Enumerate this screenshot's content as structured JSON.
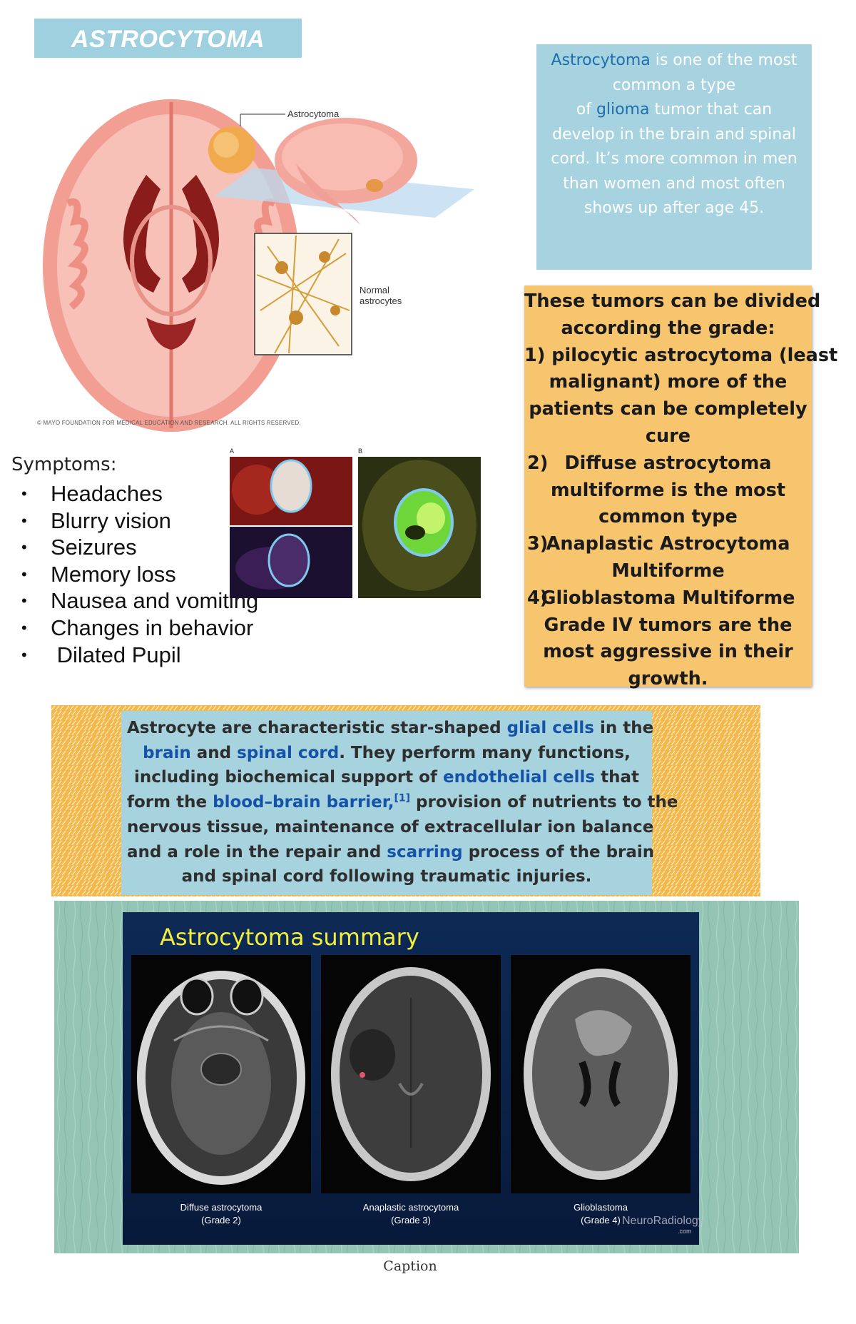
{
  "title": "ASTROCYTOMA",
  "intro": {
    "lines": [
      [
        {
          "t": "Astrocytoma",
          "link": true
        },
        {
          "t": " is one of the most"
        }
      ],
      [
        {
          "t": "common a type"
        }
      ],
      [
        {
          "t": "of "
        },
        {
          "t": "glioma",
          "link": true
        },
        {
          "t": " tumor that  can"
        }
      ],
      [
        {
          "t": "develop in the brain and spinal"
        }
      ],
      [
        {
          "t": "cord. It’s more common in men"
        }
      ],
      [
        {
          "t": "than women and most often"
        }
      ],
      [
        {
          "t": "shows up after age 45."
        }
      ]
    ]
  },
  "illustration": {
    "tumor_label": "Astrocytoma",
    "normal_label_1": "Normal",
    "normal_label_2": "astrocytes",
    "credit": "© MAYO FOUNDATION FOR MEDICAL EDUCATION AND RESEARCH. ALL RIGHTS RESERVED.",
    "photo_label_a": "A",
    "photo_label_b": "B"
  },
  "symptoms": {
    "heading": "Symptoms:",
    "bullet": "•",
    "items": [
      "Headaches",
      "Blurry vision",
      "Seizures",
      "Memory loss",
      "Nausea and vomiting",
      "Changes in behavior",
      " Dilated Pupil"
    ]
  },
  "grades": {
    "lines": [
      {
        "num": "",
        "text": "These tumors can be divided"
      },
      {
        "num": "",
        "text": "according the grade:"
      },
      {
        "num": "",
        "text": "1) pilocytic astrocytoma  (least"
      },
      {
        "num": "",
        "text": "malignant) more of the"
      },
      {
        "num": "",
        "text": "patients can be completely"
      },
      {
        "num": "",
        "text": "cure"
      },
      {
        "num": "2)",
        "text": "Diffuse astrocytoma"
      },
      {
        "num": "",
        "text": "multiforme is the most"
      },
      {
        "num": "",
        "text": "common type"
      },
      {
        "num": "3)",
        "text": "Anaplastic Astrocytoma"
      },
      {
        "num": "",
        "text": "Multiforme"
      },
      {
        "num": "4)",
        "text": "Glioblastoma Multiforme"
      },
      {
        "num": "",
        "text": "Grade IV tumors are the"
      },
      {
        "num": "",
        "text": "most aggressive in their"
      },
      {
        "num": "",
        "text": "growth."
      }
    ]
  },
  "astrocyte": {
    "lines": [
      [
        {
          "t": "Astrocyte are characteristic star-shaped "
        },
        {
          "t": "glial cells",
          "link": true
        },
        {
          "t": " in the"
        }
      ],
      [
        {
          "t": "brain",
          "link": true
        },
        {
          "t": " and "
        },
        {
          "t": "spinal cord",
          "link": true
        },
        {
          "t": ". They perform many functions,"
        }
      ],
      [
        {
          "t": "including biochemical support of "
        },
        {
          "t": "endothelial cells",
          "link": true
        },
        {
          "t": " that"
        }
      ],
      [
        {
          "t": "form the "
        },
        {
          "t": "blood–brain barrier,",
          "link": true
        },
        {
          "t": "[1]",
          "ref": true
        },
        {
          "t": " provision of nutrients to the"
        }
      ],
      [
        {
          "t": "nervous tissue, maintenance of extracellular ion balance"
        }
      ],
      [
        {
          "t": "and a role in the repair and "
        },
        {
          "t": "scarring",
          "link": true
        },
        {
          "t": " process of the brain"
        }
      ],
      [
        {
          "t": "and spinal cord following traumatic injuries."
        }
      ]
    ]
  },
  "summary": {
    "title": "Astrocytoma summary",
    "scans": [
      {
        "name": "Diffuse astrocytoma",
        "grade": "(Grade 2)"
      },
      {
        "name": "Anaplastic astrocytoma",
        "grade": "(Grade 3)"
      },
      {
        "name": "Glioblastoma",
        "grade": "(Grade 4)"
      }
    ],
    "watermark": "NeuroRadiology",
    "watermark_suffix": ".com"
  },
  "caption": "Caption",
  "colors": {
    "title_bg": "#9fd0df",
    "intro_bg": "#a6d3df",
    "grades_bg": "#f7c56e",
    "link_blue": "#1553a8",
    "summary_title": "#f3ee3c",
    "frame_green": "#93c4b4"
  }
}
